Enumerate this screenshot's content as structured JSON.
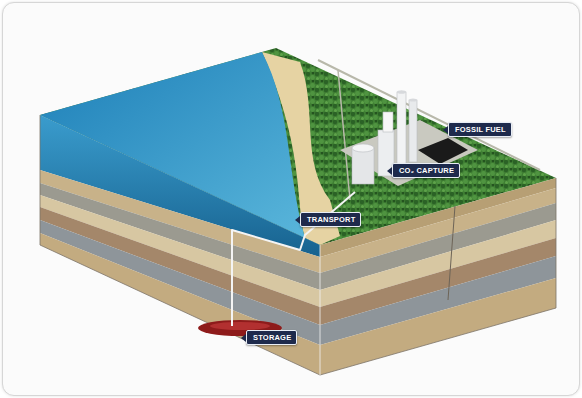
{
  "diagram": {
    "nodes": [
      {
        "text": [
          "FOSSIL FUEL"
        ]
      },
      {
        "text": [
          "CO₂ CAPTURE"
        ]
      },
      {
        "text": [
          "TRANSPORT"
        ]
      },
      {
        "text": [
          "STORAGE"
        ]
      }
    ]
  }
}
